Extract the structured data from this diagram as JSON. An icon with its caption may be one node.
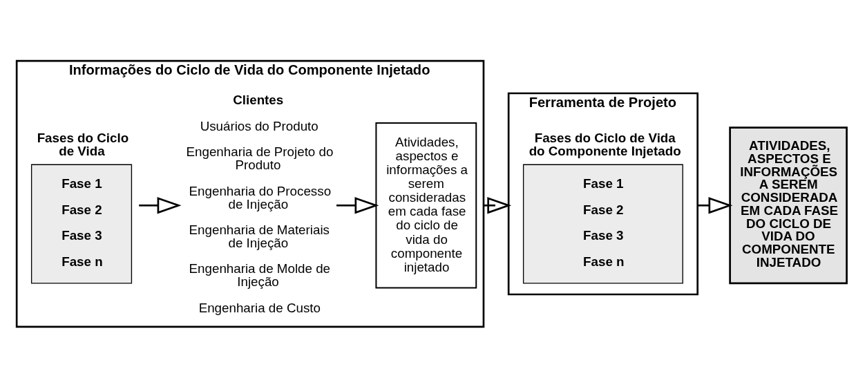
{
  "diagram": {
    "nodes": [
      {
        "text": [
          "Informações do Ciclo de Vida do Componente Injetado"
        ]
      },
      {
        "text": [
          "Fases do Ciclo de Vida",
          "Fase 1",
          "Fase 2",
          "Fase 3",
          "Fase n"
        ],
        "in": 0
      },
      {
        "text": [
          "Clientes",
          "Usuários do Produto",
          "Engenharia de Projeto do Produto",
          "Engenharia do Processo de Injeção",
          "Engenharia de Materiais de Injeção",
          "Engenharia de Molde de Injeção",
          "Engenharia de Custo"
        ],
        "in": 0
      },
      {
        "text": [
          "Atividades, aspectos e informações a serem consideradas em cada fase do ciclo de vida do componente injetado"
        ],
        "in": 0
      },
      {
        "text": [
          "Ferramenta de Projeto"
        ]
      },
      {
        "text": [
          "Fases do Ciclo de Vida do Componente Injetado",
          "Fase 1",
          "Fase 2",
          "Fase 3",
          "Fase n"
        ],
        "in": 4
      },
      {
        "text": [
          "ATIVIDADES, ASPECTOS E INFORMAÇÕES A SEREM CONSIDERADA EM CADA FASE DO CICLO DE VIDA DO COMPONENTE INJETADO"
        ]
      }
    ],
    "edges": [
      {
        "from": 1,
        "to": 2,
        "arrow": "to"
      },
      {
        "from": 2,
        "to": 3,
        "arrow": "to"
      },
      {
        "from": 0,
        "to": 4,
        "arrow": "to"
      },
      {
        "from": 4,
        "to": 6,
        "arrow": "to"
      }
    ]
  }
}
